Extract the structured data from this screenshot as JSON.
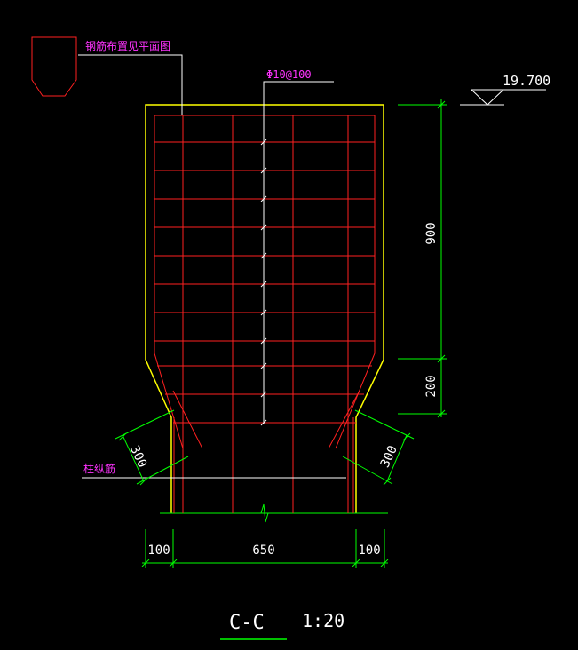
{
  "drawing": {
    "note_rebar_layout": "钢筋布置见平面图",
    "note_stirrup": "Φ10@100",
    "note_column_bars": "柱纵筋",
    "elevation": "19.700",
    "dim_900": "900",
    "dim_200": "200",
    "dim_300_left": "300",
    "dim_300_right": "300",
    "dim_100_left": "100",
    "dim_650": "650",
    "dim_100_right": "100",
    "section_label": "C-C",
    "scale": "1:20"
  },
  "colors": {
    "background": "#000000",
    "outline": "#ffff00",
    "rebar": "#ff2020",
    "dimension": "#00ff00",
    "leader": "#ffffff",
    "annotation_text": "#ff33ff",
    "dimension_text": "#ffffff"
  }
}
